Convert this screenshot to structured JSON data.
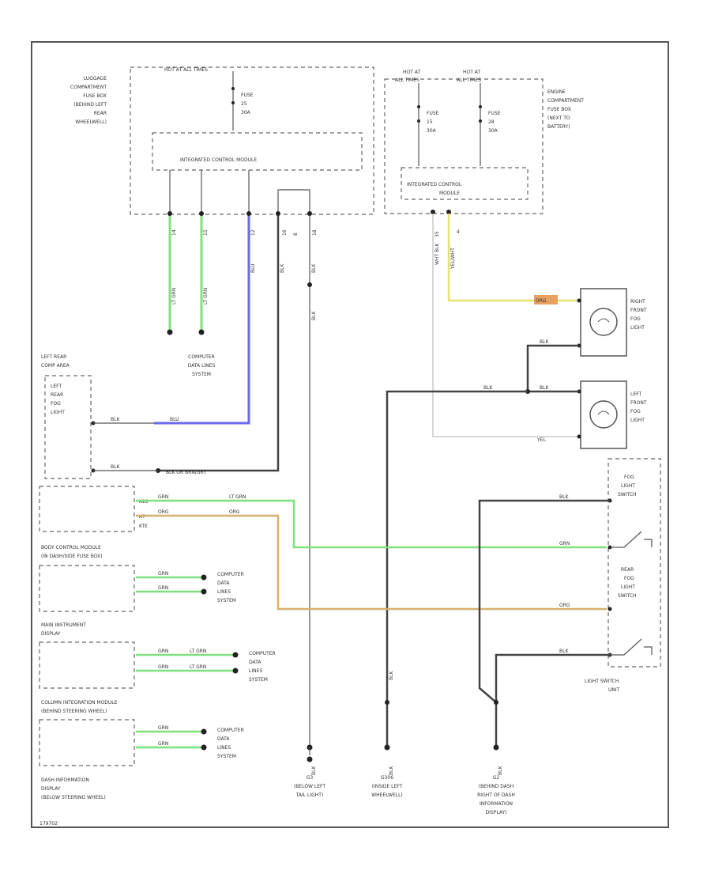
{
  "colors": {
    "green": "#7fe07f",
    "blue": "#6a6aee",
    "yellow": "#e8e070",
    "tan": "#d6b070",
    "orange_tag": "#e8a060",
    "black": "#444444",
    "gray": "#c8c8c8"
  },
  "labels": {
    "luggage_fuse_box": [
      "LUGGAGE",
      "COMPARTMENT",
      "FUSE BOX",
      "(BEHIND LEFT",
      "REAR",
      "WHEELWELL)"
    ],
    "hot_fail_safe_top": "HOT AT ALL TIMES",
    "fuse_top": [
      "FUSE",
      "25",
      "30A"
    ],
    "icm_top": "INTEGRATED CONTROL MODULE",
    "icm_pins": [
      "14",
      "15",
      "12",
      "16",
      "8",
      "18"
    ],
    "hot_at_left": [
      "HOT AT",
      "ALL TIMES"
    ],
    "hot_at_right": [
      "HOT AT",
      "ALL TIMES"
    ],
    "fuse_mid": [
      "FUSE",
      "15",
      "30A"
    ],
    "fuse_right": [
      "FUSE",
      "28",
      "30A"
    ],
    "engine_fuse_box": [
      "ENGINE",
      "COMPARTMENT",
      "FUSE BOX",
      "(NEXT TO",
      "BATTERY)"
    ],
    "icm_engine": [
      "INTEGRATED CONTROL",
      "MODULE"
    ],
    "icm_engine_pins": [
      "35",
      "4"
    ],
    "wire_wht_blk": "WHT BLK",
    "wire_yel_wht": "YEL/WHT",
    "wire_lt_grn": "LT GRN",
    "wire_blu": "BLU",
    "wire_blk": "BLK",
    "wire_grn": "GRN",
    "wire_org": "ORG",
    "wire_yel": "YEL",
    "wire_blk_or_brn": "BLK OR BRN/GRY",
    "computer_data_lines_1": [
      "COMPUTER",
      "DATA LINES",
      "SYSTEM"
    ],
    "left_rear_comp_area": [
      "LEFT REAR",
      "COMP AREA"
    ],
    "left_rear_fog_light": [
      "LEFT",
      "REAR",
      "FOG",
      "LIGHT"
    ],
    "right_front_fog_light": [
      "RIGHT",
      "FRONT",
      "FOG",
      "LIGHT"
    ],
    "left_front_fog_light": [
      "LEFT",
      "FRONT",
      "FOG",
      "LIGHT"
    ],
    "body_control_module": [
      "BODY CONTROL MODULE",
      "(IN DASH/SIDE FUSE BOX)"
    ],
    "bcm_pins": [
      "A28",
      "A7",
      "KTE"
    ],
    "main_instrument": [
      "MAIN INSTRUMENT",
      "DISPLAY"
    ],
    "column_integration": [
      "COLUMN INTEGRATION MODULE",
      "(BEHIND STEERING WHEEL)"
    ],
    "dash_info_display": [
      "DASH INFORMATION",
      "DISPLAY",
      "(BELOW STEERING WHEEL)"
    ],
    "computer_data_lines_2": [
      "COMPUTER",
      "DATA",
      "LINES",
      "SYSTEM"
    ],
    "computer_data_lines_3": [
      "COMPUTER",
      "DATA",
      "LINES",
      "SYSTEM"
    ],
    "computer_data_lines_4": [
      "COMPUTER",
      "DATA",
      "LINES",
      "SYSTEM"
    ],
    "fog_light_switch": [
      "FOG",
      "LIGHT",
      "SWITCH"
    ],
    "rear_fog_light_switch": [
      "REAR",
      "FOG",
      "LIGHT",
      "SWITCH"
    ],
    "light_switch_unit": [
      "LIGHT SWITCH",
      "UNIT"
    ],
    "ground_g3": [
      "G3",
      "(BELOW LEFT",
      "TAIL LIGHT)"
    ],
    "ground_g306": [
      "G306",
      "(INSIDE LEFT",
      "WHEELWELL)"
    ],
    "ground_g2": [
      "G2",
      "(BEHIND DASH",
      "RIGHT OF DASH",
      "INFORMATION",
      "DISPLAY)"
    ],
    "footer_code": "179702"
  }
}
